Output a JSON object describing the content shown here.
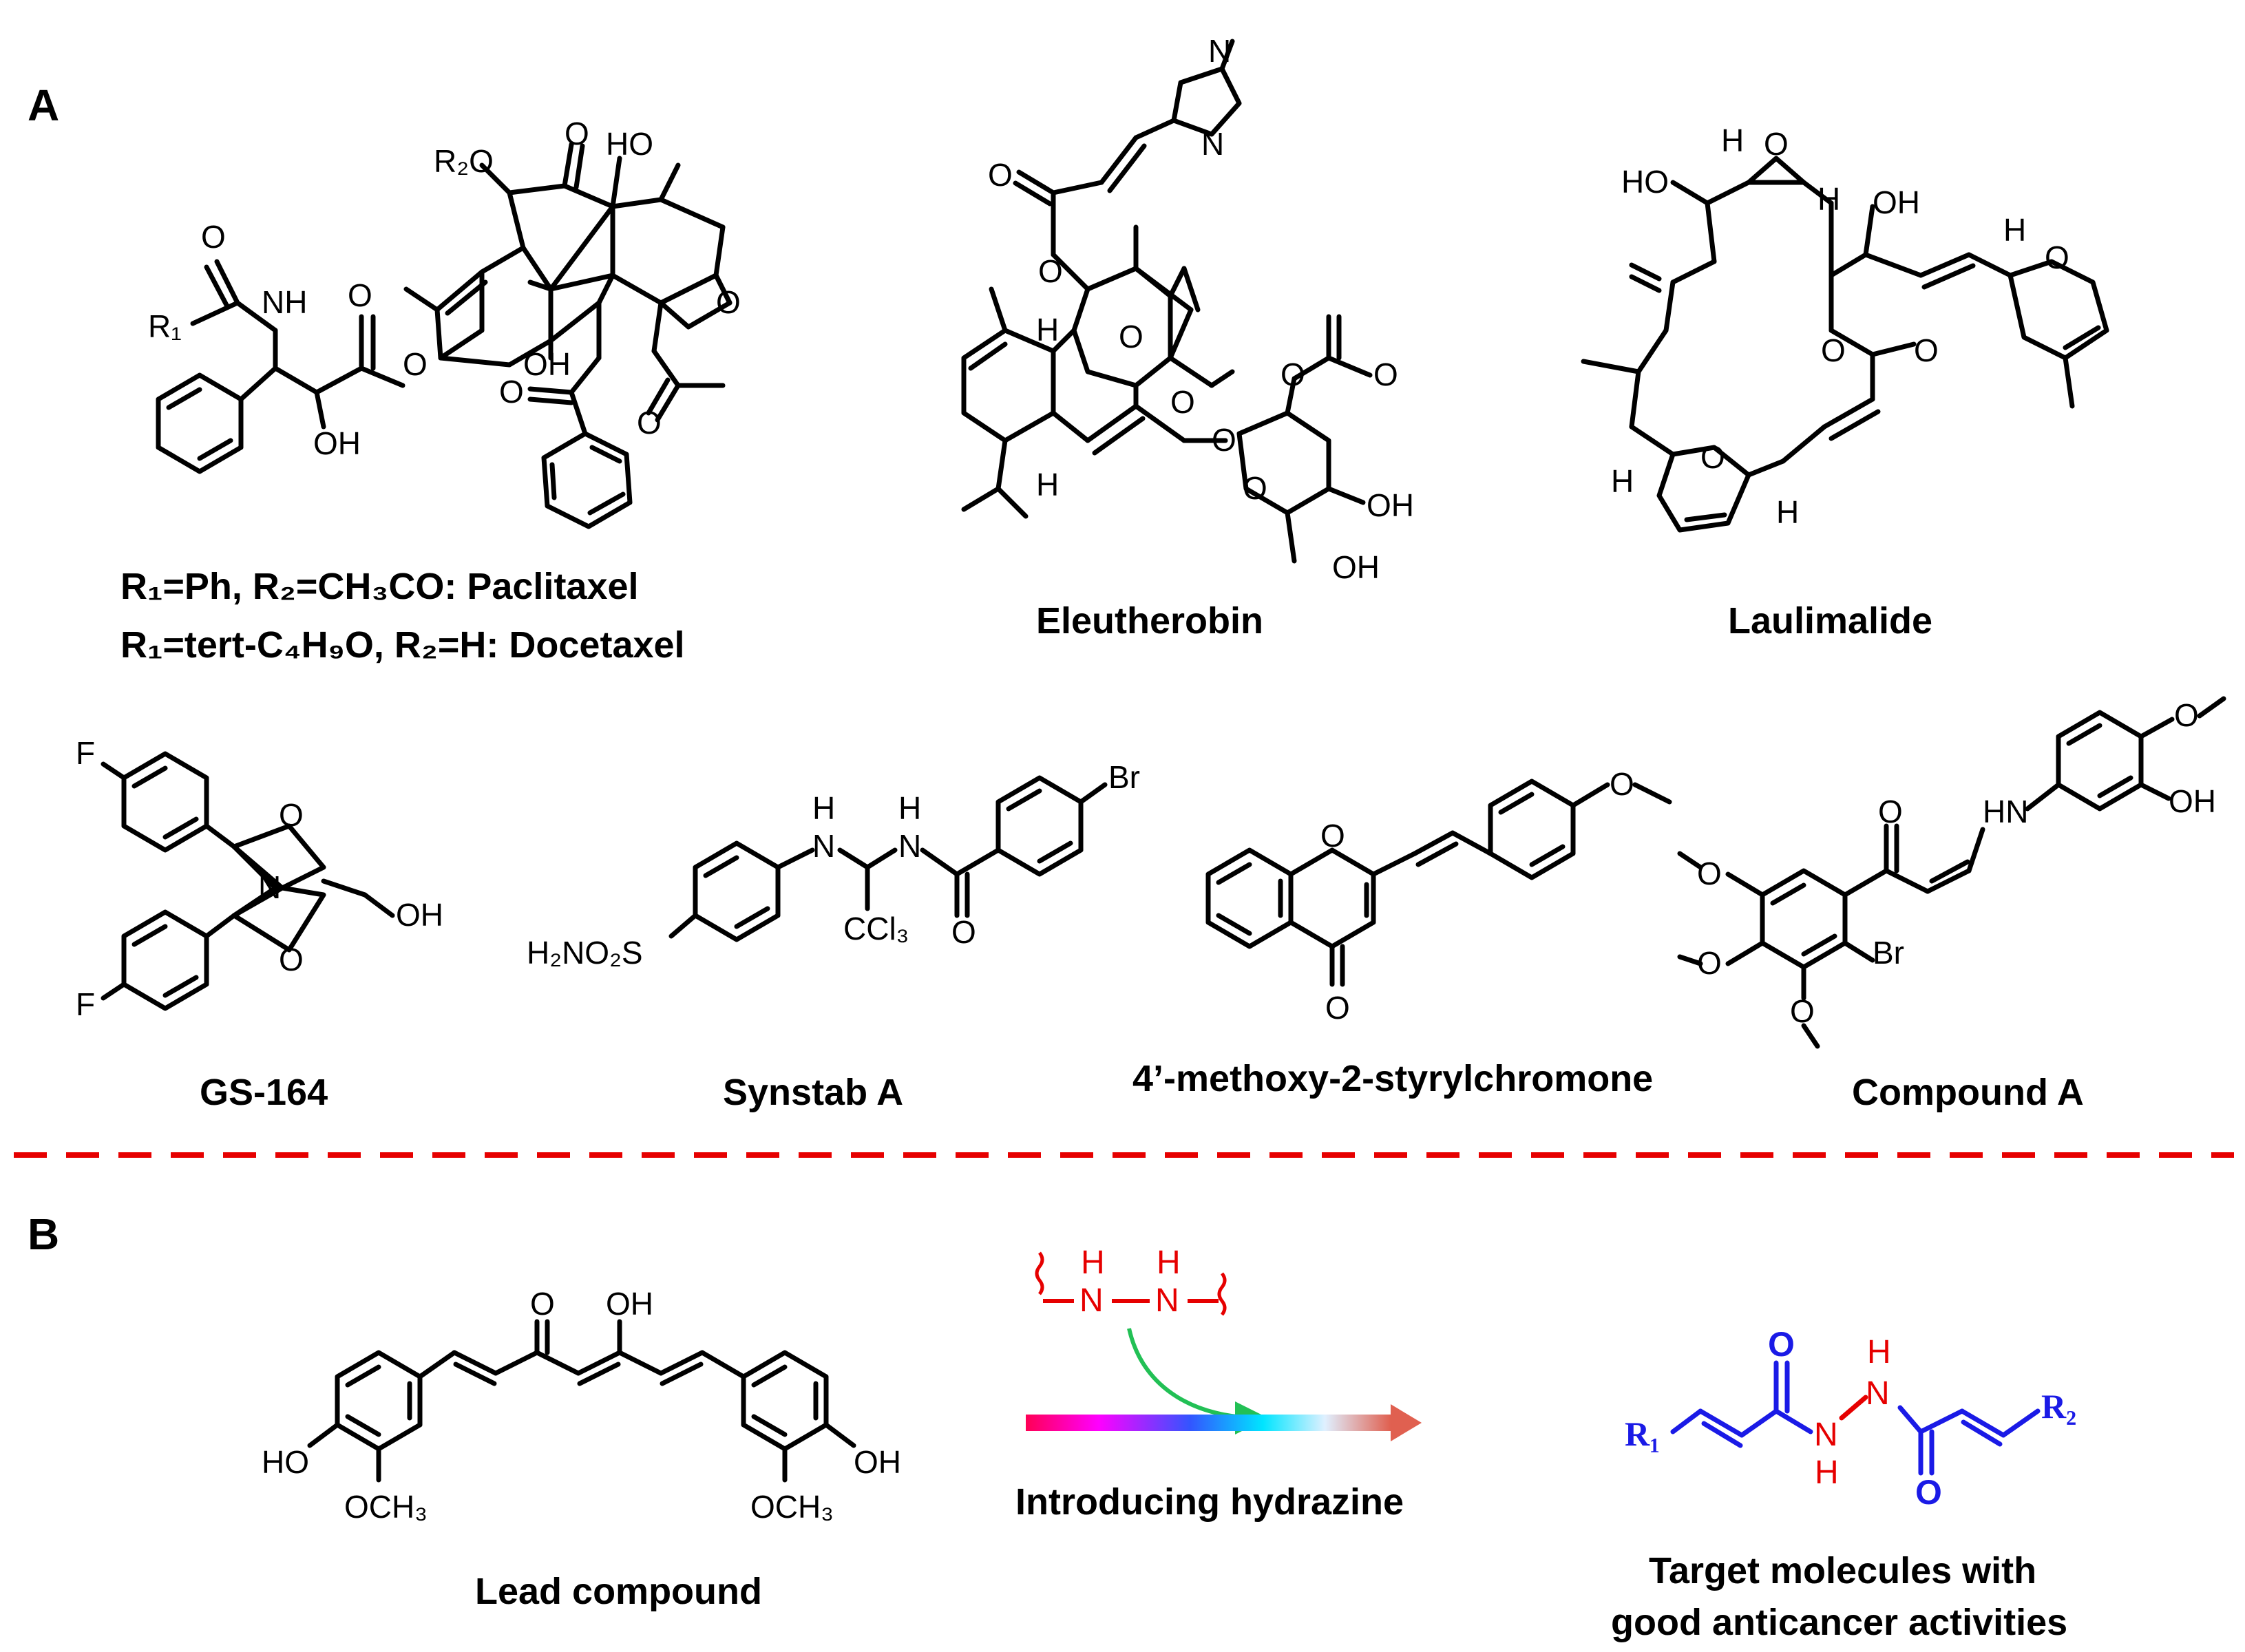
{
  "panels": {
    "a_label": "A",
    "b_label": "B"
  },
  "panel_a": {
    "row1": {
      "taxane_line1": "R₁=Ph, R₂=CH₃CO: Paclitaxel",
      "taxane_line2": "R₁=tert-C₄H₉O, R₂=H: Docetaxel",
      "eleutherobin": "Eleutherobin",
      "laulimalide": "Laulimalide"
    },
    "row2": {
      "gs164": "GS-164",
      "synstab": "Synstab A",
      "styrylchromone": "4’-methoxy-2-styrylchromone",
      "compound_a": "Compound A"
    },
    "atoms": {
      "r1": "R₁",
      "r2o": "R₂O",
      "nh": "NH",
      "oh": "OH",
      "ho": "HO",
      "o": "O",
      "h": "H",
      "n": "N",
      "f": "F",
      "br": "Br",
      "ccl3": "CCl₃",
      "h2no2s": "H₂NO₂S",
      "hn": "HN"
    }
  },
  "panel_b": {
    "lead_caption": "Lead  compound",
    "arrow_caption": "Introducing hydrazine",
    "target_line1": "Target  molecules with",
    "target_line2": "good anticancer activities",
    "atoms": {
      "ho": "HO",
      "oh": "OH",
      "och3": "OCH₃",
      "o": "O",
      "h": "H",
      "n": "N",
      "r1": "R₁",
      "r2": "R₂"
    }
  },
  "colors": {
    "divider": "#e60000",
    "hydrazine": "#e60000",
    "scaffold": "#1a1ae6",
    "curved_arrow": "#22c055",
    "gradient_arrow": [
      "#ff0055",
      "#ff00ff",
      "#3355ff",
      "#00e5ff",
      "#e0f0ff",
      "#e06050"
    ]
  }
}
